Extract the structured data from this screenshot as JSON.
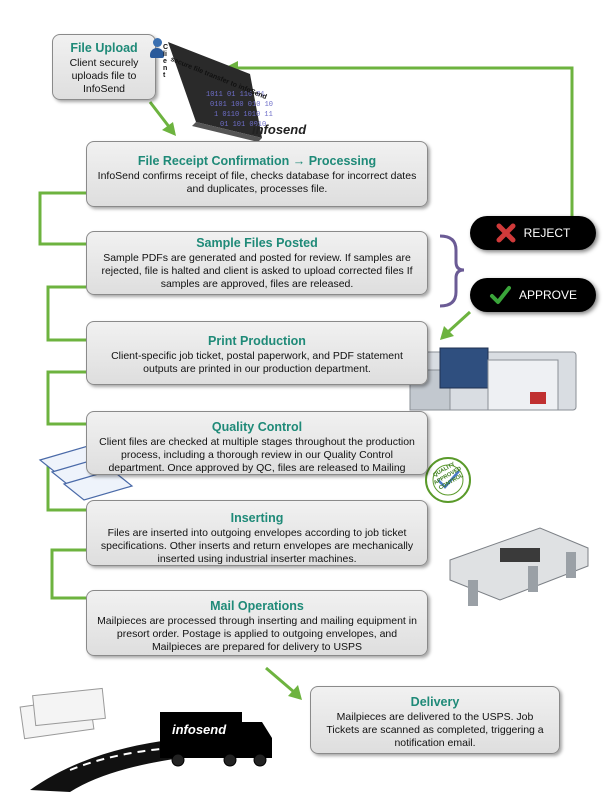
{
  "upload": {
    "title": "File Upload",
    "desc": "Client securely uploads file to InfoSend",
    "stream_label": "secure file transfer to infoSend",
    "client_label": "Client",
    "logo": "infosend"
  },
  "steps": [
    {
      "title": "File Receipt Confirmation → Processing",
      "desc": "InfoSend confirms receipt of file, checks database for incorrect dates and duplicates, processes file."
    },
    {
      "title": "Sample Files Posted",
      "desc": "Sample PDFs are generated and posted for review. If samples are rejected, file is halted and client is asked to upload corrected files  If samples are approved, files are released."
    },
    {
      "title": "Print Production",
      "desc": "Client-specific job ticket, postal paperwork, and PDF statement outputs are printed in our production department."
    },
    {
      "title": "Quality Control",
      "desc": "Client files are checked at multiple stages throughout the production process, including a thorough review in our Quality Control department.  Once approved by QC, files are released to Mailing"
    },
    {
      "title": "Inserting",
      "desc": "Files are inserted into outgoing envelopes according to job ticket specifications.  Other inserts and return envelopes are mechanically inserted using industrial inserter machines."
    },
    {
      "title": "Mail Operations",
      "desc": "Mailpieces are processed through inserting and mailing equipment in presort order.  Postage is applied to outgoing envelopes, and Mailpieces are prepared for delivery to USPS"
    }
  ],
  "delivery": {
    "title": "Delivery",
    "desc": "Mailpieces are delivered to the USPS.  Job Tickets are scanned as completed, triggering a notification email."
  },
  "decisions": {
    "reject": "REJECT",
    "approve": "APPROVE"
  },
  "qc_stamp": "QUALITY APPROVED CONTROL",
  "truck_logo": "infosend",
  "colors": {
    "title_teal": "#1f8a78",
    "arrow_green": "#6db33f",
    "bracket_purple": "#6b5b95",
    "reject_red": "#d03a3a",
    "approve_green": "#3aa53a"
  }
}
